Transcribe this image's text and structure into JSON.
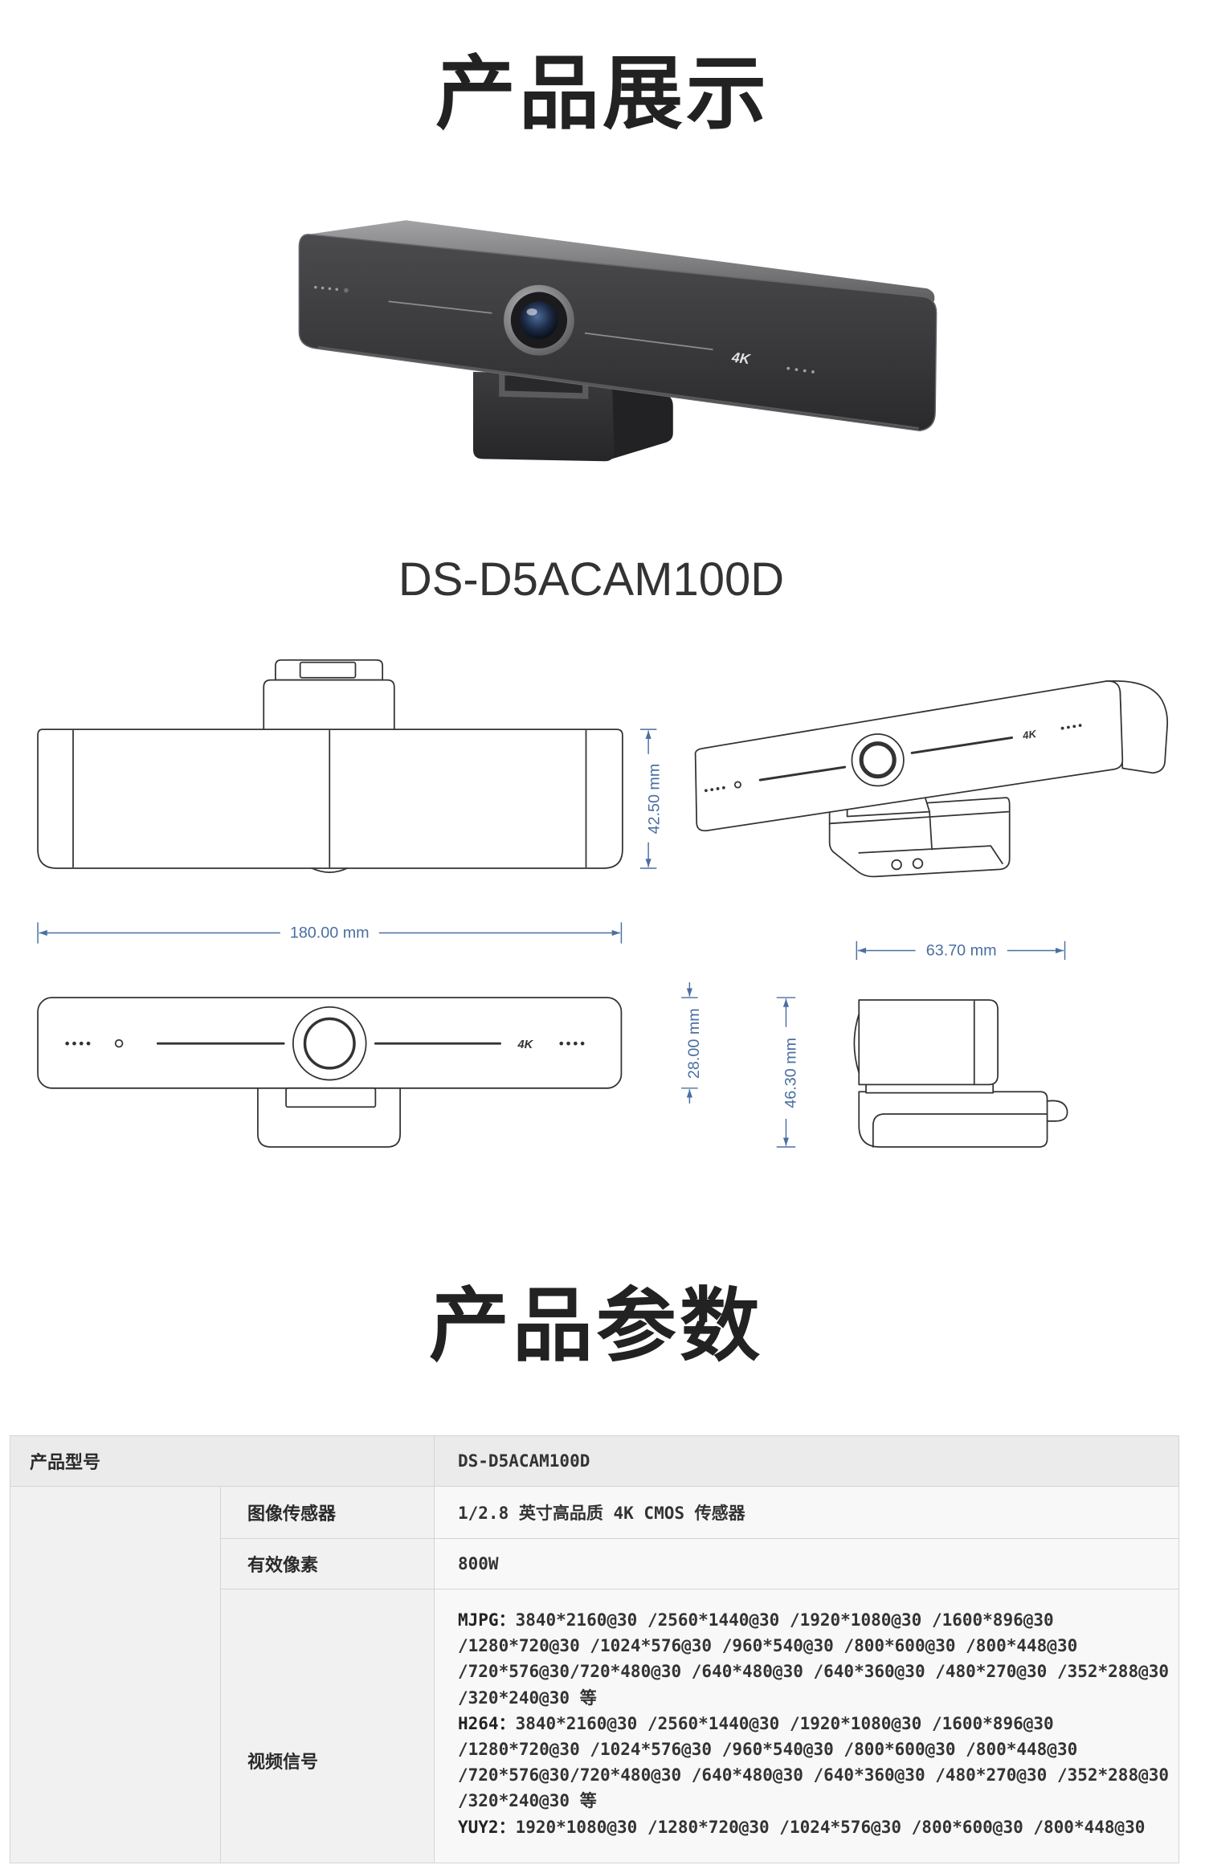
{
  "colors": {
    "title": "#222222",
    "dimension": "#4a6fa0",
    "table_border": "#d4d4d4"
  },
  "showcase": {
    "title": "产品展示",
    "camera_badge": "4K",
    "model_caption": "DS-D5ACAM100D"
  },
  "drawings": {
    "badge": "4K",
    "front_height": "42.50 mm",
    "length": "180.00 mm",
    "body_height": "28.00 mm",
    "depth": "63.70 mm",
    "total_height": "46.30 mm"
  },
  "params": {
    "title": "产品参数",
    "model": {
      "label": "产品型号",
      "value": "DS-D5ACAM100D"
    },
    "specs": [
      {
        "label": "图像传感器",
        "value": "1/2.8 英寸高品质 4K CMOS 传感器"
      },
      {
        "label": "有效像素",
        "value": "800W"
      },
      {
        "label": "视频信号",
        "formats": [
          {
            "name": "MJPG：",
            "lines": [
              "3840*2160@30 /2560*1440@30 /1920*1080@30 /1600*896@30",
              "/1280*720@30 /1024*576@30 /960*540@30 /800*600@30 /800*448@30",
              "/720*576@30/720*480@30 /640*480@30 /640*360@30 /480*270@30 /352*288@30",
              "/320*240@30 等"
            ]
          },
          {
            "name": "H264：",
            "lines": [
              "3840*2160@30 /2560*1440@30 /1920*1080@30 /1600*896@30",
              "/1280*720@30 /1024*576@30 /960*540@30 /800*600@30 /800*448@30",
              "/720*576@30/720*480@30 /640*480@30 /640*360@30 /480*270@30 /352*288@30",
              "/320*240@30 等"
            ]
          },
          {
            "name": "YUY2：",
            "lines": [
              "1920*1080@30 /1280*720@30 /1024*576@30 /800*600@30 /800*448@30"
            ]
          }
        ]
      }
    ]
  }
}
